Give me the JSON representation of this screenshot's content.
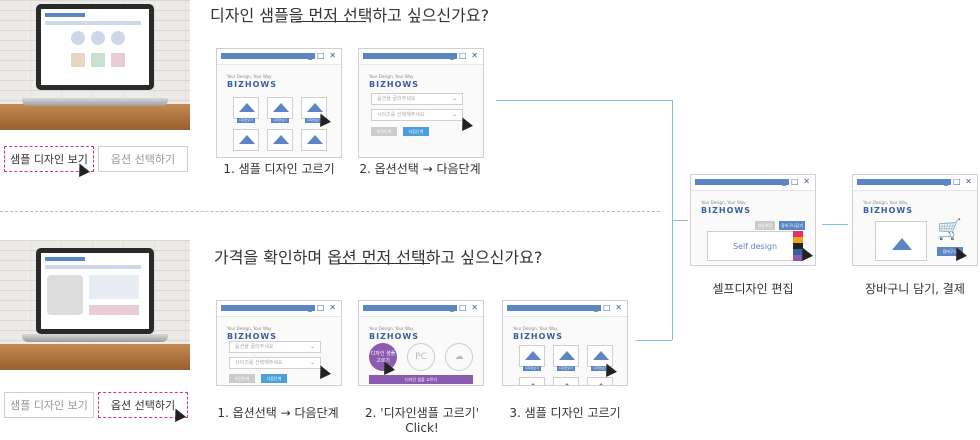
{
  "top": {
    "heading": "디자인 샘플을 먼저 선택하고 싶으신가요?",
    "heading_underline": "먼저 선택",
    "buttons": {
      "sample": "샘플 디자인 보기",
      "option": "옵션 선택하기"
    },
    "steps": [
      {
        "caption": "1. 샘플 디자인 고르기"
      },
      {
        "caption": "2. 옵션선택 → 다음단계"
      }
    ]
  },
  "bottom": {
    "heading": "가격을 확인하며 옵션 먼저 선택하고 싶으신가요?",
    "heading_underline": "옵션 먼저 선택",
    "buttons": {
      "sample": "샘플 디자인 보기",
      "option": "옵션 선택하기"
    },
    "steps": [
      {
        "caption": "1. 옵션선택 → 다음단계"
      },
      {
        "caption": "2. '디자인샘플 고르기'",
        "sub": "Click!"
      },
      {
        "caption": "3. 샘플 디자인 고르기"
      }
    ]
  },
  "window": {
    "controls": "_ □ ✕",
    "logo": "BIZHOWS",
    "logo_small": "Your Design, Your Way",
    "select1": "옵션을 골라주세요",
    "select2": "사이즈를 선택해주세요",
    "btn_prev": "이전단계",
    "btn_next": "다음단계",
    "thumb_label": "디자인보기",
    "circle_purple": "디자인 샘플 고르기",
    "circle_pc": "PC",
    "purple_bar": "디자인 샘플 고르기",
    "self_design": "Self design",
    "cart_label": "장바구니",
    "editor_tab1": "자동저장",
    "editor_tab2": "장바구니담기"
  },
  "right": {
    "self_caption": "셀프디자인 편집",
    "cart_caption": "장바구니 담기, 결제"
  },
  "colors": {
    "accent": "#5c85c4",
    "highlight": "#e0326a",
    "connector": "#7fc1e6",
    "purple": "#8a5bb0"
  }
}
